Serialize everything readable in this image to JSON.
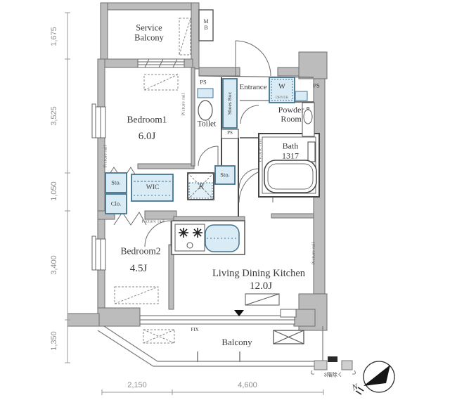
{
  "plan": {
    "rooms": {
      "service_balcony": "Service Balcony",
      "meter_box": "MB",
      "bedroom1": {
        "name": "Bedroom1",
        "size": "6.0J"
      },
      "toilet": "Toilet",
      "entrance": "Entrance",
      "shoes_box": "Shoes Box",
      "washer": {
        "label": "W",
        "sub": "DRYER"
      },
      "powder_room": "Powder Room",
      "bath": {
        "name": "Bath",
        "size": "1317"
      },
      "wic": "WIC",
      "storage_a": "Sto.",
      "closet": "Clo.",
      "storage_b": "Sto.",
      "fridge": "R",
      "bedroom2": {
        "name": "Bedroom2",
        "size": "4.5J"
      },
      "ldk": {
        "name": "Living Dining Kitchen",
        "size": "12.0J"
      },
      "balcony": "Balcony"
    },
    "labels": {
      "ps": "PS",
      "fix": "FIX",
      "picture_rail": "Picture rail",
      "floor_note": "3階除く",
      "north": "N"
    },
    "dimensions": {
      "left": [
        "1,675",
        "3,525",
        "1,050",
        "3,400",
        "1,350"
      ],
      "bottom": [
        "2,150",
        "4,600"
      ]
    },
    "colors": {
      "wall": "#bcbcbc",
      "fixture": "#d9ebf5",
      "outline": "#555555",
      "text": "#3a3a3a",
      "dim": "#8f8f8f"
    }
  }
}
